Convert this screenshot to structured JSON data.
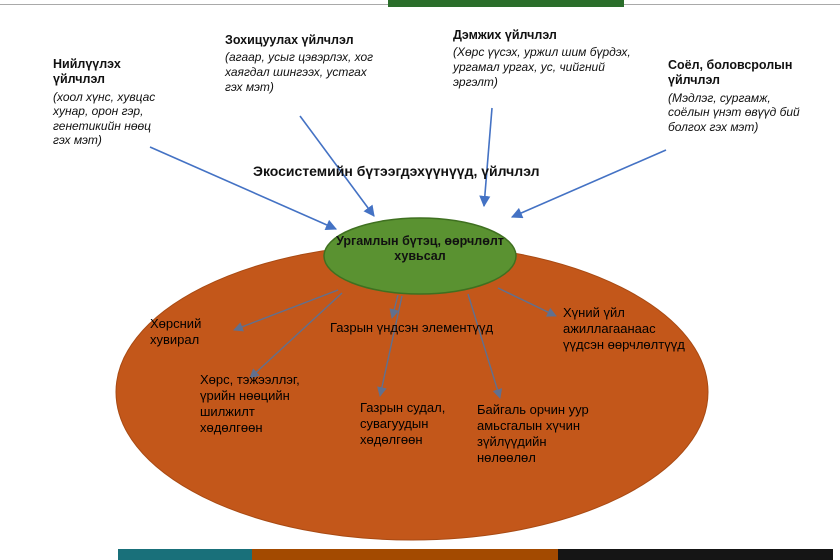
{
  "heading": "Экосистемийн бүтээгдэхүүнүүд, үйлчлэл",
  "center_ellipse": {
    "label": "Ургамлын бүтэц, өөрчлөлт хувьсал"
  },
  "services": [
    {
      "title": "Нийлүүлэх үйлчлэл",
      "desc": "(хоол хүнс, хувцас хунар, орон гэр, генетикийн нөөц гэх мэт)"
    },
    {
      "title": "Зохицуулах үйлчлэл",
      "desc": "(агаар, усыг цэвэрлэх, хог хаягдал шингээх, устгах гэх мэт)"
    },
    {
      "title": "Дэмжих үйлчлэл",
      "desc": "(Хөрс үүсэх, уржил шим бүрдэх, ургамал ургах, ус, чийгний эргэлт)"
    },
    {
      "title": "Соёл, боловсролын үйлчлэл",
      "desc": "(Мэдлэг, сургамж, соёлын үнэт өвүүд бий болгох гэх мэт)"
    }
  ],
  "factors": [
    {
      "label": "Хөрсний хувирал"
    },
    {
      "label": "Газрын үндсэн элементүүд"
    },
    {
      "label": "Хүний үйл ажиллагаанаас үүдсэн өөрчлөлтүүд"
    },
    {
      "label": "Хөрс, тэжээллэг, үрийн нөөцийн шилжилт хөдөлгөөн"
    },
    {
      "label": "Газрын судал, сувагуудын хөдөлгөөн"
    },
    {
      "label": "Байгаль орчин уур амьсгалын хүчин зүйлүүдийн нөлөөлөл"
    }
  ],
  "colors": {
    "orange": "#c3571a",
    "orange-stroke": "#a84a13",
    "green": "#5a9231",
    "green-stroke": "#3f7020",
    "arrow": "#4472c4",
    "arrow-inner": "#60708f",
    "strip-green": "#2b6e2b",
    "strip-teal": "#19707a",
    "strip-orange": "#a34a00",
    "strip-black": "#151515"
  }
}
